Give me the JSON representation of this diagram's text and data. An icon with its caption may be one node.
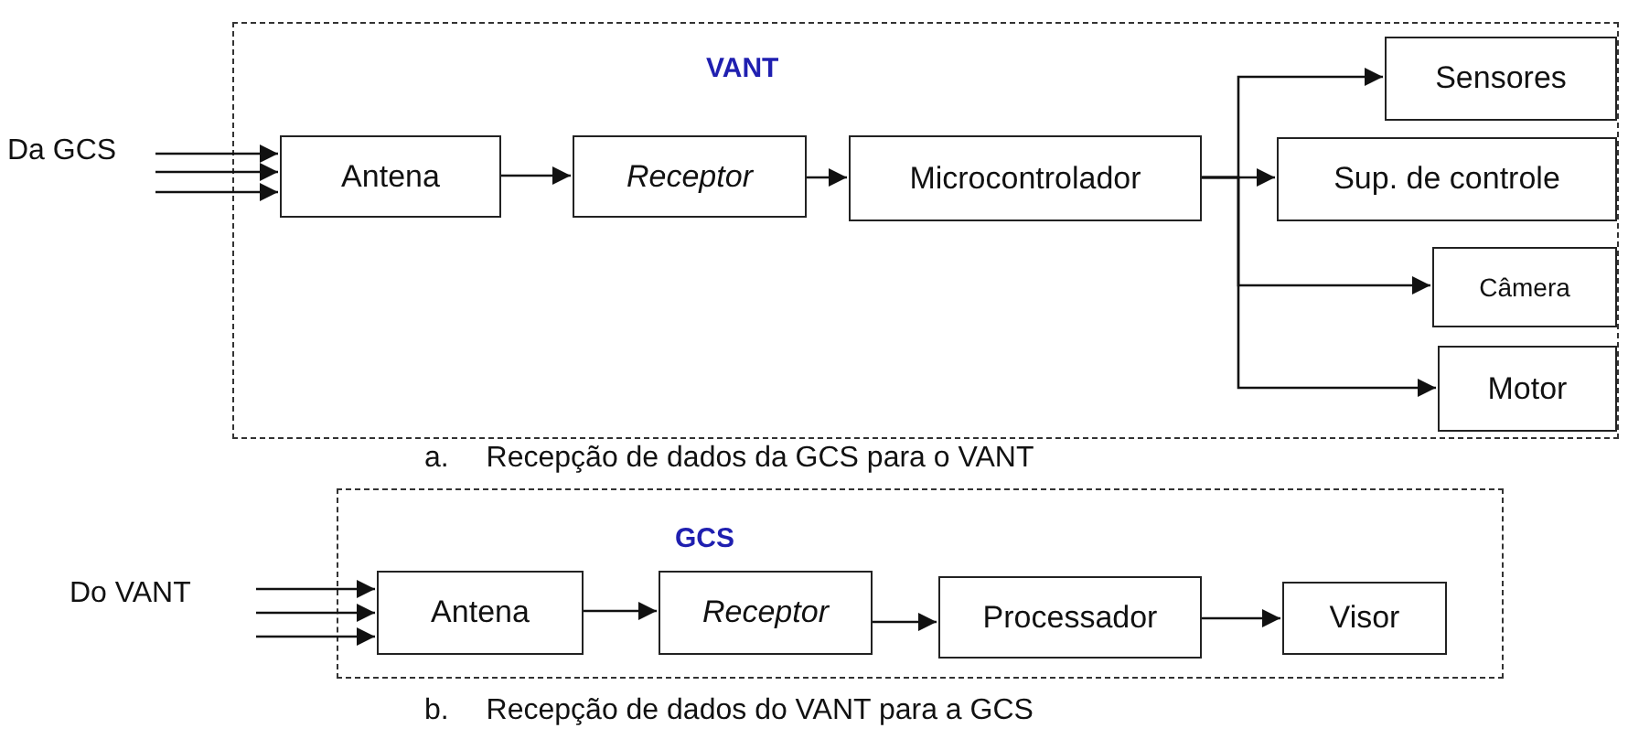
{
  "diagram": {
    "nodes": [
      {
        "text": [
          "VANT"
        ],
        "beside": [
          "a. Recepção de dados da GCS para o VANT"
        ]
      },
      {
        "text": [
          "Da GCS"
        ]
      },
      {
        "text": [
          "Antena"
        ],
        "in": 0
      },
      {
        "text": [
          "Receptor"
        ],
        "in": 0
      },
      {
        "text": [
          "Microcontrolador"
        ],
        "in": 0
      },
      {
        "text": [
          "Sensores"
        ],
        "in": 0
      },
      {
        "text": [
          "Sup. de controle"
        ],
        "in": 0
      },
      {
        "text": [
          "Câmera"
        ],
        "in": 0
      },
      {
        "text": [
          "Motor"
        ],
        "in": 0
      },
      {
        "text": [
          "GCS"
        ],
        "beside": [
          "b. Recepção de dados do VANT para a GCS"
        ]
      },
      {
        "text": [
          "Do VANT"
        ]
      },
      {
        "text": [
          "Antena"
        ],
        "in": 9
      },
      {
        "text": [
          "Receptor"
        ],
        "in": 9
      },
      {
        "text": [
          "Processador"
        ],
        "in": 9
      },
      {
        "text": [
          "Visor"
        ],
        "in": 9
      }
    ],
    "edges": [
      {
        "from": 1,
        "to": 2,
        "arrow": "to"
      },
      {
        "from": 1,
        "to": 2,
        "arrow": "to"
      },
      {
        "from": 1,
        "to": 2,
        "arrow": "to"
      },
      {
        "from": 2,
        "to": 3,
        "arrow": "to"
      },
      {
        "from": 3,
        "to": 4,
        "arrow": "to"
      },
      {
        "from": 4,
        "to": 5,
        "arrow": "to"
      },
      {
        "from": 4,
        "to": 6,
        "arrow": "to"
      },
      {
        "from": 4,
        "to": 7,
        "arrow": "to"
      },
      {
        "from": 4,
        "to": 8,
        "arrow": "to"
      },
      {
        "from": 10,
        "to": 11,
        "arrow": "to"
      },
      {
        "from": 10,
        "to": 11,
        "arrow": "to"
      },
      {
        "from": 10,
        "to": 11,
        "arrow": "to"
      },
      {
        "from": 11,
        "to": 12,
        "arrow": "to"
      },
      {
        "from": 12,
        "to": 13,
        "arrow": "to"
      },
      {
        "from": 13,
        "to": 14,
        "arrow": "to"
      }
    ]
  }
}
